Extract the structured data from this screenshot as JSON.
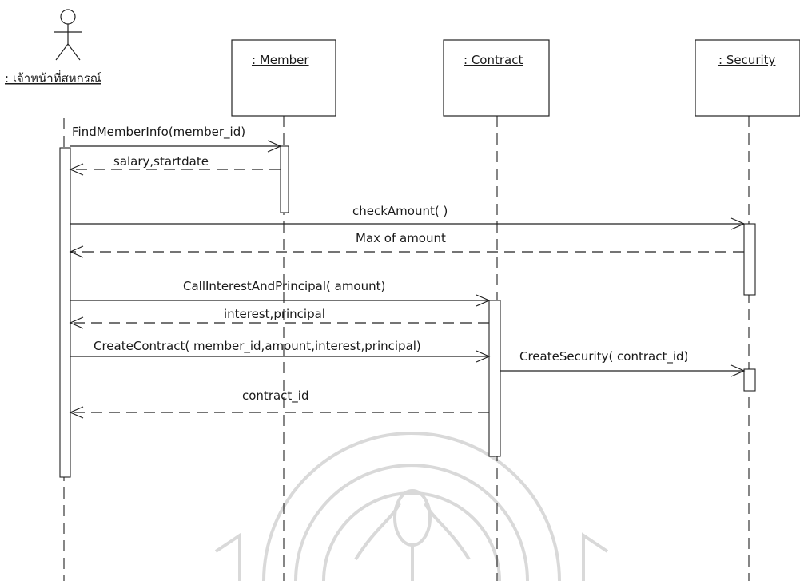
{
  "diagram": {
    "actor": {
      "label": ": เจ้าหน้าที่สหกรณ์"
    },
    "objects": [
      {
        "id": "member",
        "label": ": Member"
      },
      {
        "id": "contract",
        "label": ": Contract"
      },
      {
        "id": "security",
        "label": ": Security"
      }
    ],
    "messages": [
      {
        "label": "FindMemberInfo(member_id)",
        "from": "actor",
        "to": "member",
        "kind": "call"
      },
      {
        "label": "salary,startdate",
        "from": "member",
        "to": "actor",
        "kind": "return"
      },
      {
        "label": "checkAmount( )",
        "from": "actor",
        "to": "security",
        "kind": "call"
      },
      {
        "label": "Max of amount",
        "from": "security",
        "to": "actor",
        "kind": "return"
      },
      {
        "label": "CallInterestAndPrincipal( amount)",
        "from": "actor",
        "to": "contract",
        "kind": "call"
      },
      {
        "label": "interest,principal",
        "from": "contract",
        "to": "actor",
        "kind": "return"
      },
      {
        "label": "CreateContract( member_id,amount,interest,principal)",
        "from": "actor",
        "to": "contract",
        "kind": "call"
      },
      {
        "label": "CreateSecurity( contract_id)",
        "from": "contract",
        "to": "security",
        "kind": "call"
      },
      {
        "label": "contract_id",
        "from": "contract",
        "to": "actor",
        "kind": "return"
      }
    ]
  }
}
